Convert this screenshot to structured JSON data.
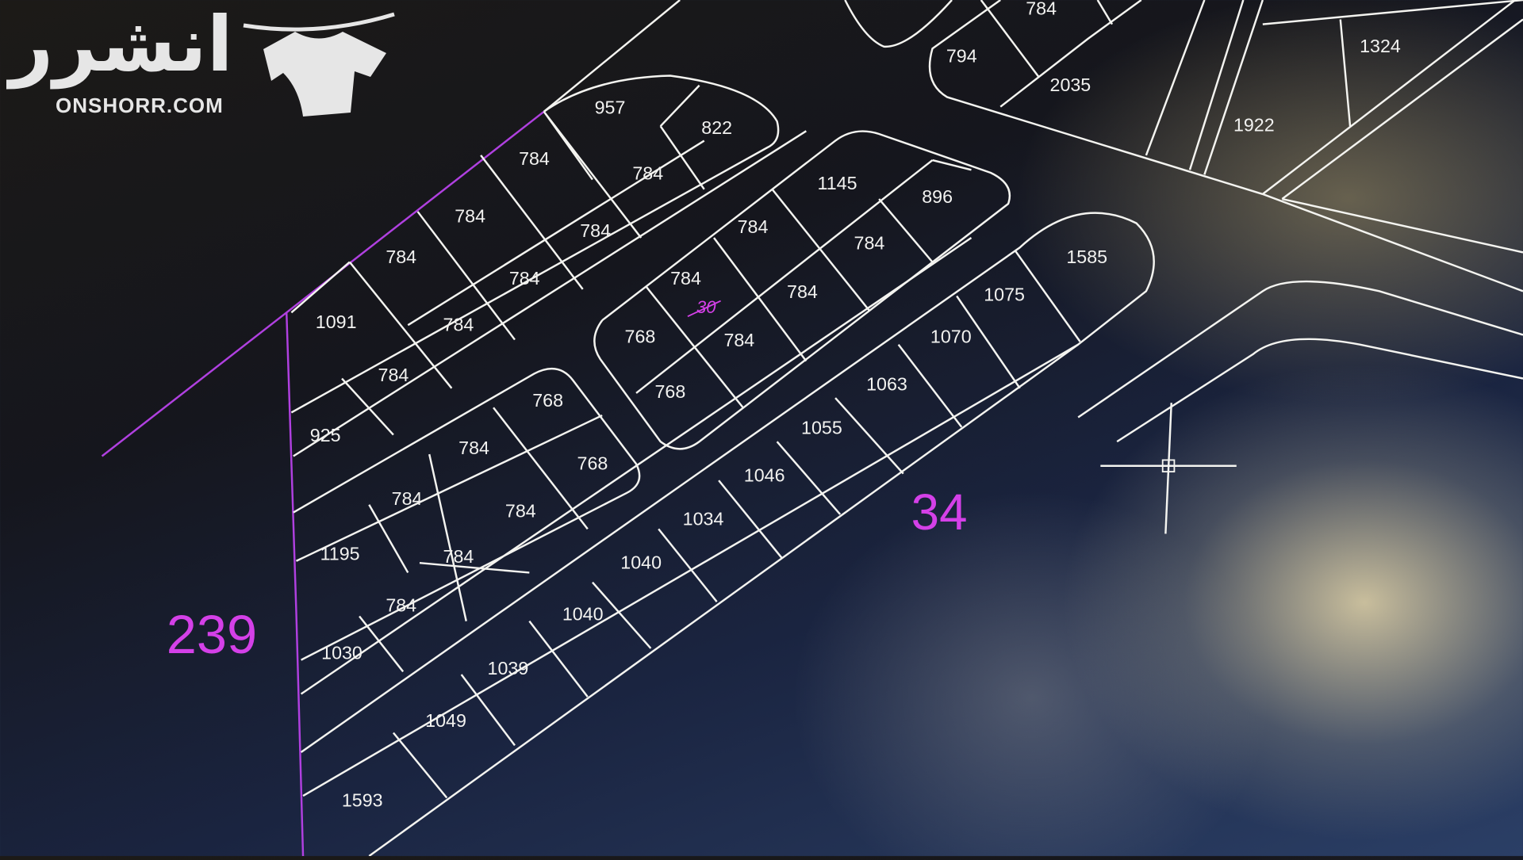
{
  "watermark": {
    "arabic": "انشرر",
    "latin": "ONSHORR.COM",
    "icon": "tshirt-hanger-icon"
  },
  "plot_labels": [
    "957",
    "822",
    "784",
    "784",
    "784",
    "784",
    "784",
    "784",
    "1091",
    "784",
    "784",
    "925",
    "768",
    "784",
    "768",
    "784",
    "784",
    "1195",
    "784",
    "784",
    "1030",
    "1145",
    "896",
    "784",
    "784",
    "784",
    "784",
    "768",
    "784",
    "768",
    "1585",
    "1075",
    "1070",
    "1063",
    "1055",
    "1046",
    "1034",
    "1040",
    "1040",
    "1039",
    "1049",
    "1593",
    "784",
    "794",
    "2035",
    "1922",
    "1324"
  ],
  "zone_labels": {
    "west": "239",
    "south": "34",
    "corrected": "30"
  },
  "colors": {
    "lines": "#f4f4f0",
    "zone": "#d440e8",
    "background": "#1a2440"
  },
  "cursor": {
    "icon": "crosshair-cursor-icon"
  }
}
